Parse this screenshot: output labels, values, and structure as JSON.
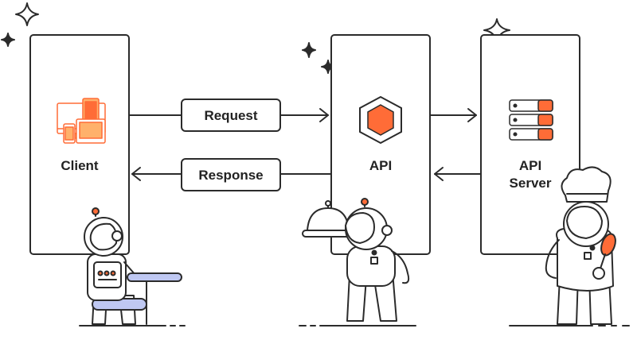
{
  "nodes": {
    "client": {
      "label": "Client"
    },
    "api": {
      "label": "API"
    },
    "api_server": {
      "label_line1": "API",
      "label_line2": "Server"
    }
  },
  "arrows": {
    "request": "Request",
    "response": "Response"
  },
  "icons": {
    "client": "devices-icon",
    "api": "hexagon-icon",
    "api_server": "server-rack-icon"
  },
  "colors": {
    "accent": "#FF6C37",
    "accent_light": "#FFB16B",
    "outline": "#2B2B2B",
    "secondary": "#BFC8F2",
    "sparkle": "#2B2B2B"
  }
}
